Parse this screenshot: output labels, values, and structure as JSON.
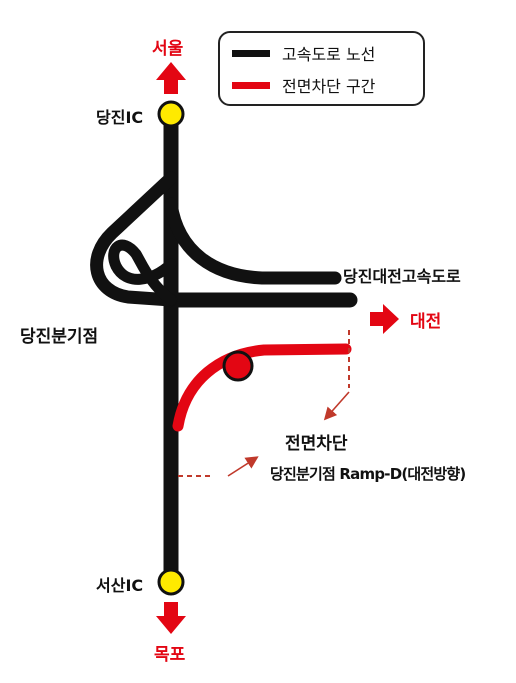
{
  "colors": {
    "expressway": "#111111",
    "closure": "#e30613",
    "node_fill": "#ffea00",
    "arrow": "#e30613"
  },
  "legend": {
    "expressway_label": "고속도로 노선",
    "closure_label": "전면차단 구간"
  },
  "labels": {
    "north_destination": "서울",
    "south_destination": "목포",
    "east_destination": "대전",
    "dangjin_ic": "당진IC",
    "seosan_ic": "서산IC",
    "junction": "당진분기점",
    "connecting_expressway": "당진대전고속도로",
    "closure_title": "전면차단",
    "closure_detail": "당진분기점 Ramp-D(대전방향)"
  },
  "icons": {
    "north": "arrow-up-icon",
    "south": "arrow-down-icon",
    "east": "arrow-right-icon"
  }
}
